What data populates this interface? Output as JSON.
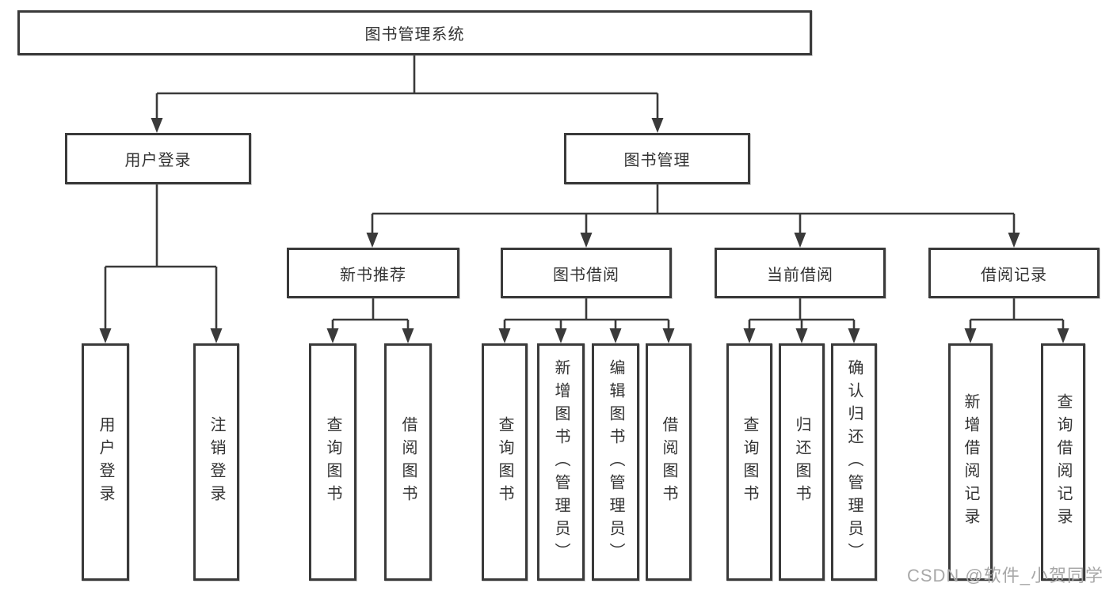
{
  "nodes": {
    "root": "图书管理系统",
    "user_login": "用户登录",
    "book_mgmt": "图书管理",
    "new_book_rec": "新书推荐",
    "book_borrow": "图书借阅",
    "current_borrow": "当前借阅",
    "borrow_record": "借阅记录",
    "ul_login": "用户登录",
    "ul_logout": "注销登录",
    "nbr_query": "查询图书",
    "nbr_borrow": "借阅图书",
    "bb_query": "查询图书",
    "bb_add": "新增图书（管理员）",
    "bb_edit": "编辑图书（管理员）",
    "bb_borrow": "借阅图书",
    "cb_query": "查询图书",
    "cb_return": "归还图书",
    "cb_confirm": "确认归还（管理员）",
    "br_add": "新增借阅记录",
    "br_query": "查询借阅记录"
  },
  "watermark": "CSDN @软件_小贺同学",
  "colors": {
    "line": "#3a3a3a",
    "text": "#333333",
    "background": "#ffffff",
    "watermark": "#a8a8a8"
  }
}
